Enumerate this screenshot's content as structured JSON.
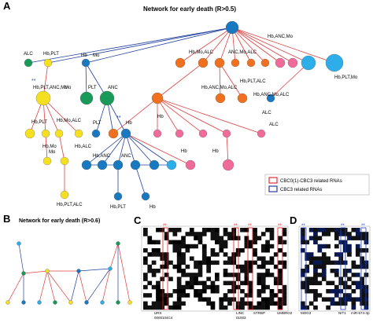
{
  "panels": {
    "a": {
      "letter": "A",
      "title": "Network for early death (R>0.5)",
      "annotations": [
        "Hb,ANC,Mo",
        "ALC",
        "Hb,PLT",
        "Hb",
        "Mo",
        "Hb,Mo,ALC",
        "ANC,Mo,ALC",
        "Hb,PLT,ANC,Mo",
        "**",
        "PLT",
        "ANC",
        "Mo",
        "Hb,ANC,Mo,ALC",
        "Hb,PLT,ALC",
        "Hb,ANC,Mo,ALC",
        "Hb,PLT,Mo",
        "PLT",
        "ALC",
        "Hb",
        "ALC",
        "Hb,Mo,ALC",
        "Hb,PLT",
        "Hb",
        "**",
        "Hb,Mo",
        "Hb,ALC",
        "Mo",
        "Hb,ANC",
        "ANC",
        "Hb",
        "Hb",
        "Hb,PLT,ALC",
        "Hb,PLT",
        "Hb"
      ]
    },
    "b": {
      "letter": "B",
      "title": "Network for early death (R>0.6)"
    },
    "c": {
      "letter": "C",
      "stars": "**",
      "gene_labels": [
        "URS\n0000104C4",
        "LINC\n01003",
        "STRBP",
        "UMBRO2"
      ]
    },
    "d": {
      "letter": "D",
      "stars": "**",
      "gene_labels": [
        "MOG3",
        "NIT1",
        "miR-574-3p"
      ]
    }
  },
  "legend": {
    "items": [
      {
        "label": "CBC0(1)-CBC3 related RNAs",
        "color": "#e0303a"
      },
      {
        "label": "CBC3 related RNAs",
        "color": "#2a3ca0"
      }
    ]
  },
  "colors": {
    "blue": "#1878c0",
    "light_blue": "#2eaee8",
    "green": "#1a9a5a",
    "yellow": "#f4e020",
    "orange": "#f07020",
    "pink": "#f06a9a",
    "red_edge": "#e04040",
    "blue_edge": "#2040a0",
    "star_red": "#e02020",
    "star_blue": "#2040c0"
  }
}
